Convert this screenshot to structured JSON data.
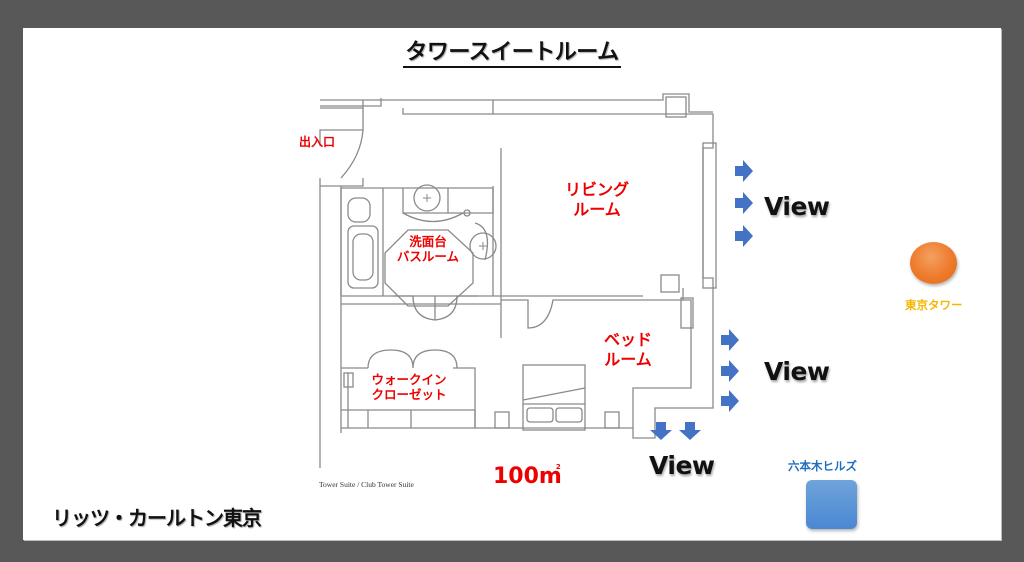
{
  "slide": {
    "title": "タワースイートルーム",
    "hotel_name": "リッツ・カールトン東京",
    "area": "100m",
    "area_superscript": "2",
    "plan_caption": "Tower Suite / Club Tower Suite"
  },
  "rooms": {
    "entrance": "出入口",
    "living_line1": "リビング",
    "living_line2": "ルーム",
    "bath_line1": "洗面台",
    "bath_line2": "バスルーム",
    "closet_line1": "ウォークイン",
    "closet_line2": "クローゼット",
    "bed_line1": "ベッド",
    "bed_line2": "ルーム"
  },
  "views": [
    {
      "label": "View",
      "direction": "right",
      "arrows": 3,
      "room": "living"
    },
    {
      "label": "View",
      "direction": "right",
      "arrows": 3,
      "room": "bedroom"
    },
    {
      "label": "View",
      "direction": "down",
      "arrows": 2,
      "room": "bedroom"
    }
  ],
  "landmarks": [
    {
      "name": "東京タワー",
      "shape": "circle",
      "color": "#ee7a2c",
      "label_color": "#f5b800"
    },
    {
      "name": "六本木ヒルズ",
      "shape": "rounded-square",
      "color": "#4a88d2",
      "label_color": "#1f6fc0"
    }
  ],
  "colors": {
    "room_label": "#ee0000",
    "arrow": "#4472c4",
    "wall": "#8a8a8a",
    "frame": "#585858"
  }
}
